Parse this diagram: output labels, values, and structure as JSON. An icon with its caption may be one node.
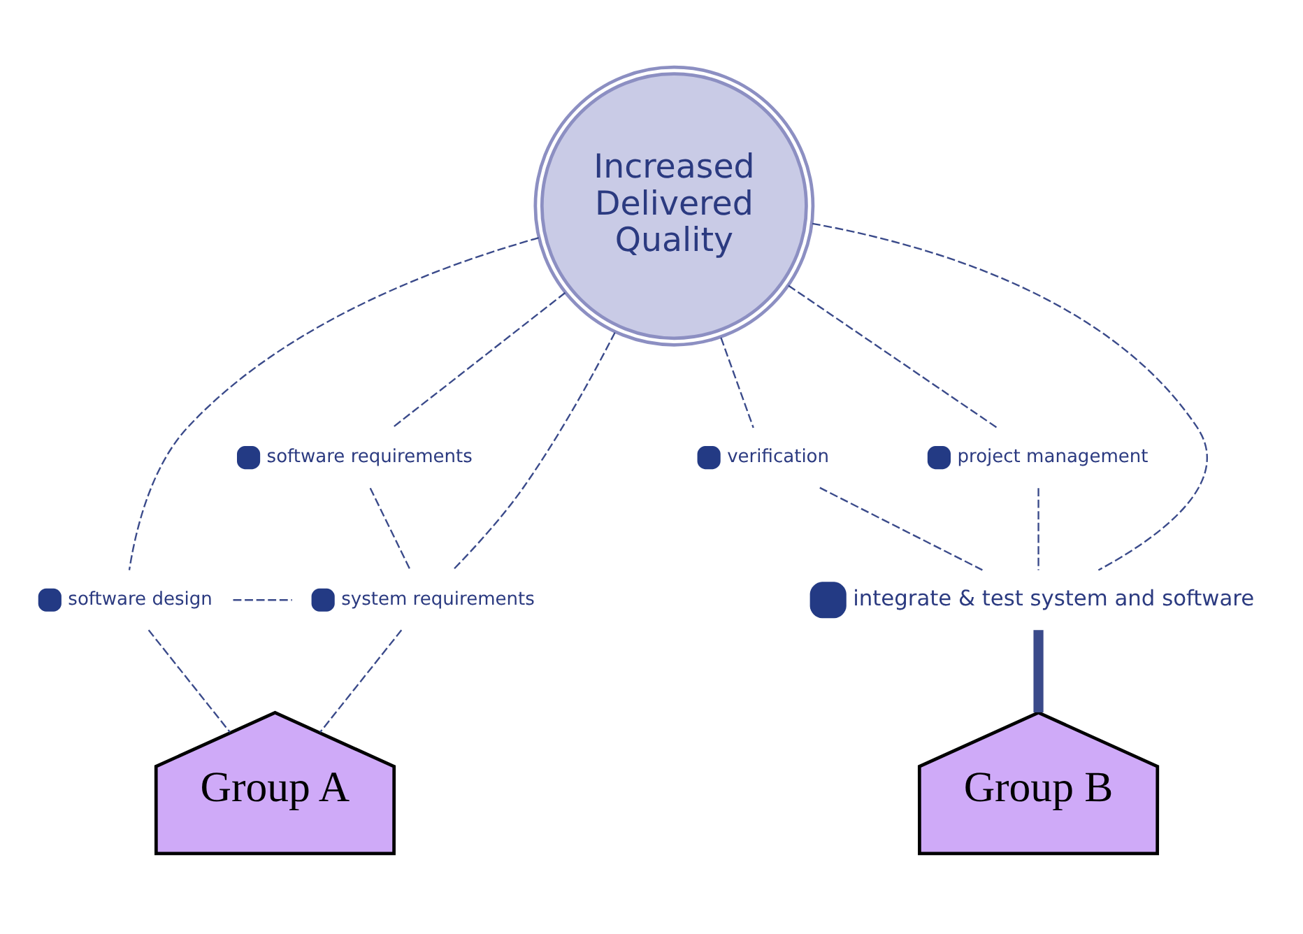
{
  "diagram": {
    "nodes": [
      {
        "text": [
          "Increased Delivered Quality"
        ]
      },
      {
        "text": [
          "software requirements"
        ]
      },
      {
        "text": [
          "system requirements"
        ]
      },
      {
        "text": [
          "software design"
        ]
      },
      {
        "text": [
          "verification"
        ]
      },
      {
        "text": [
          "project management"
        ]
      },
      {
        "text": [
          "integrate & test system and software"
        ]
      },
      {
        "text": [
          "Group A"
        ]
      },
      {
        "text": [
          "Group B"
        ]
      }
    ],
    "edges": [
      {
        "from": 0,
        "to": 3,
        "arrow": "none",
        "style": "dashed"
      },
      {
        "from": 0,
        "to": 1,
        "arrow": "none",
        "style": "dashed"
      },
      {
        "from": 1,
        "to": 2,
        "arrow": "none",
        "style": "dashed"
      },
      {
        "from": 0,
        "to": 2,
        "arrow": "none",
        "style": "dashed"
      },
      {
        "from": 3,
        "to": 2,
        "arrow": "none",
        "style": "dashed"
      },
      {
        "from": 3,
        "to": 7,
        "arrow": "none",
        "style": "dashed"
      },
      {
        "from": 2,
        "to": 7,
        "arrow": "none",
        "style": "dashed"
      },
      {
        "from": 0,
        "to": 6,
        "arrow": "none",
        "style": "dashed"
      },
      {
        "from": 0,
        "to": 4,
        "arrow": "none",
        "style": "dashed"
      },
      {
        "from": 4,
        "to": 6,
        "arrow": "none",
        "style": "dashed"
      },
      {
        "from": 0,
        "to": 5,
        "arrow": "none",
        "style": "dashed"
      },
      {
        "from": 5,
        "to": 6,
        "arrow": "none",
        "style": "dashed"
      },
      {
        "from": 6,
        "to": 8,
        "arrow": "none",
        "style": "thick"
      }
    ]
  }
}
